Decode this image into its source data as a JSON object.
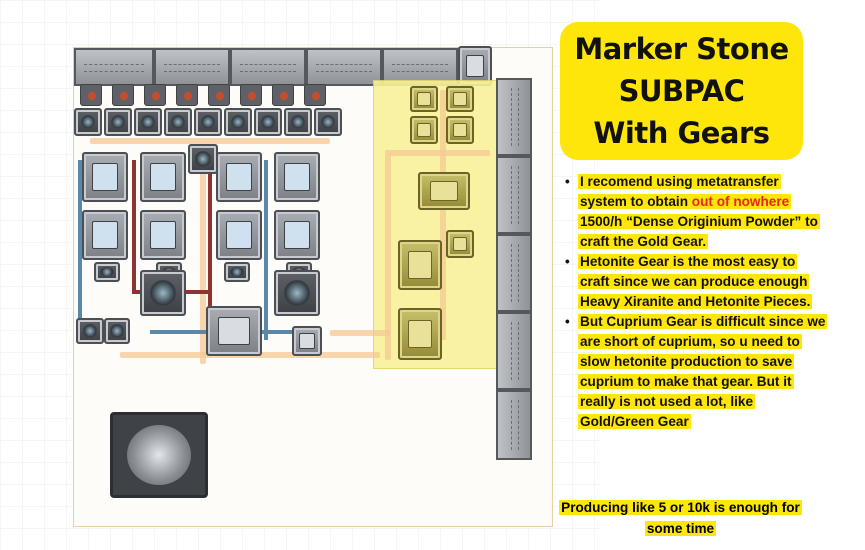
{
  "title": {
    "line1": "Marker Stone",
    "line2": "SUBPAC",
    "line3": "With Gears"
  },
  "notes": [
    {
      "before": "I recomend using metatransfer system to obtain ",
      "highlight": "out of nowhere",
      "after": " 1500/h “Dense Originium Powder” to craft the Gold Gear."
    },
    {
      "before": "Hetonite Gear is the most easy to craft since we can produce enough Heavy Xiranite and Hetonite Pieces.",
      "highlight": "",
      "after": ""
    },
    {
      "before": "But Cuprium Gear is difficult since we are short of cuprium, so u need to slow hetonite production to save cuprium to make that gear. But it really is not used a lot, like Gold/Green Gear",
      "highlight": "",
      "after": ""
    }
  ],
  "footer": "Producing like 5 or 10k is enough for some time",
  "colors": {
    "title_bg": "#ffe60a",
    "highlight_text": "#e8241f",
    "zone": "#f8f199"
  },
  "map": {
    "icons": [
      "conveyor-belt",
      "refining-unit",
      "gearing-unit",
      "storage-hub",
      "power-pylon",
      "input-port"
    ]
  }
}
